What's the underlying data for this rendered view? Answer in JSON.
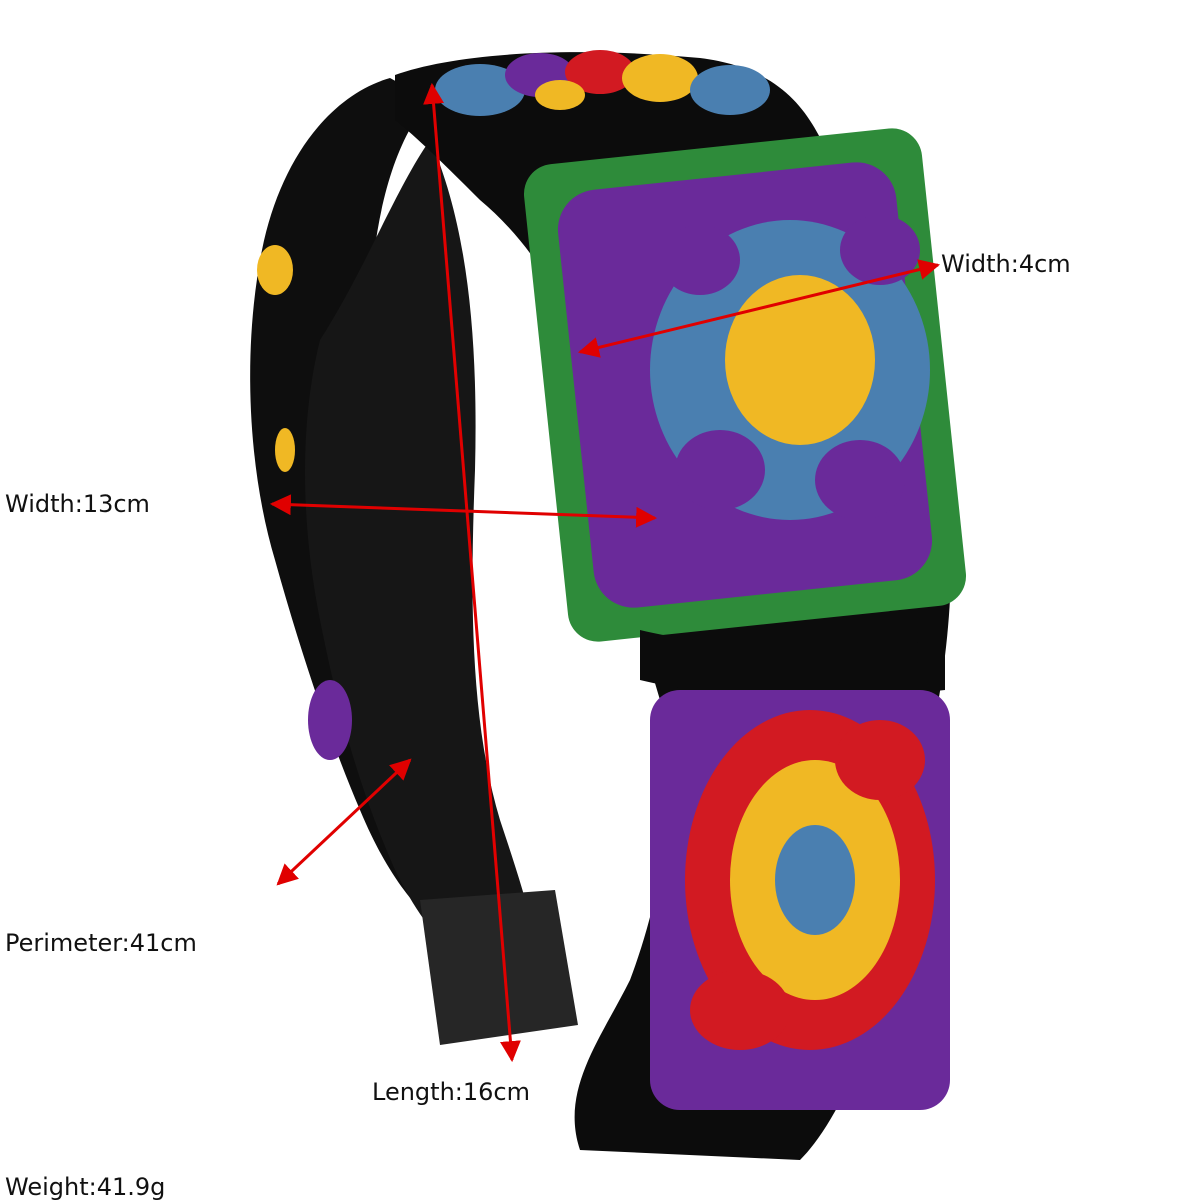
{
  "labels": {
    "width_small": "Width:4cm",
    "width_large": "Width:13cm",
    "perimeter": "Perimeter:41cm",
    "length": "Length:16cm",
    "weight": "Weight:41.9g"
  },
  "colors": {
    "arrow": "#e00000",
    "band": "#0d0d0d",
    "inner_lining": "#151515",
    "yarn_green": "#2e8b3a",
    "yarn_purple": "#6a2a9a",
    "yarn_blue": "#4a7fb0",
    "yarn_yellow": "#f0b824",
    "yarn_red": "#d21a22"
  }
}
